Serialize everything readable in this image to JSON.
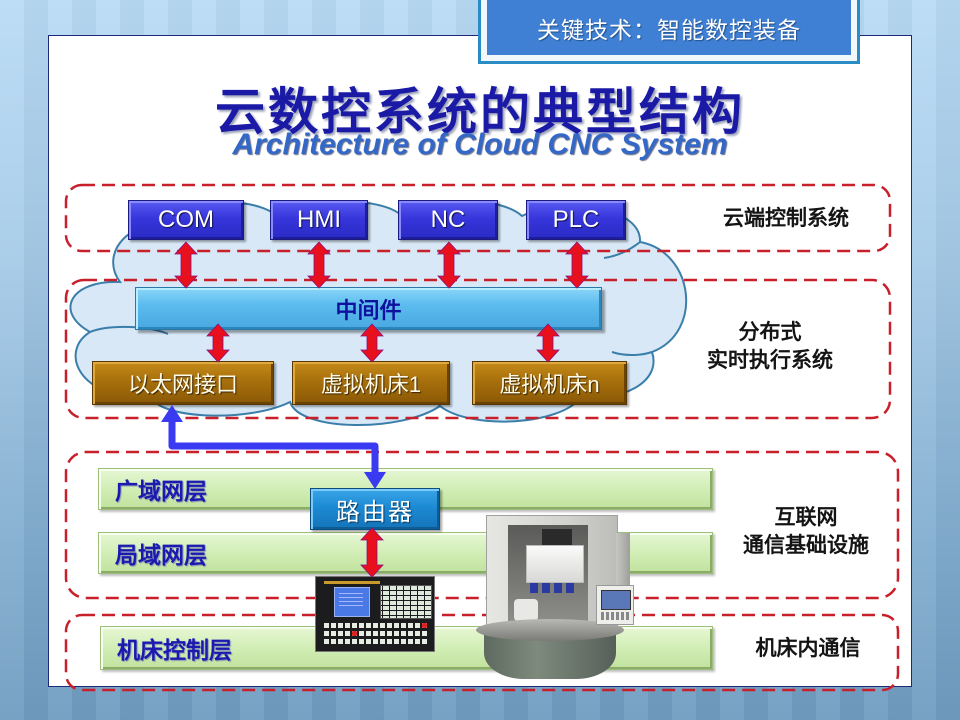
{
  "header": {
    "badge": "关键技术：智能数控装备"
  },
  "title": {
    "zh": "云数控系统的典型结构",
    "en": "Architecture of Cloud CNC System"
  },
  "layers": {
    "cloud_control": {
      "label": "云端控制系统",
      "modules": [
        {
          "label": "COM"
        },
        {
          "label": "HMI"
        },
        {
          "label": "NC"
        },
        {
          "label": "PLC"
        }
      ]
    },
    "distributed": {
      "label_lines": [
        "分布式",
        "实时执行系统"
      ],
      "middleware": "中间件",
      "nodes": [
        {
          "label": "以太网接口"
        },
        {
          "label": "虚拟机床1"
        },
        {
          "label": "虚拟机床n"
        }
      ]
    },
    "internet": {
      "label_lines": [
        "互联网",
        "通信基础设施"
      ],
      "bars": [
        {
          "label": "广域网层"
        },
        {
          "label": "局域网层"
        }
      ],
      "router": "路由器"
    },
    "machine": {
      "label": "机床内通信",
      "bar": "机床控制层"
    }
  },
  "icons": {
    "cloud": "cloud-shape",
    "control_panel": "cnc-control-panel-image",
    "machine_tool": "cnc-machine-tool-image",
    "arrows": "double-headed-arrow"
  },
  "colors": {
    "dash_red": "#c8202a",
    "arrow_red": "#e8101c",
    "arrow_red_edge": "#8a1080",
    "connector_blue": "#3a3af0",
    "cloud_fill": "#d8e8f6",
    "cloud_stroke": "#3a7eaa"
  }
}
